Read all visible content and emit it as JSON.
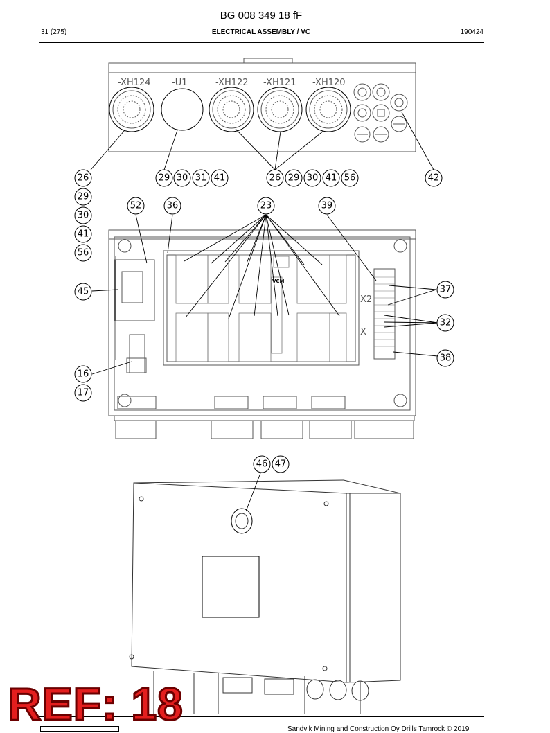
{
  "header": {
    "doc_number": "BG 008 349 18 fF",
    "page": "31 (275)",
    "title": "ELECTRICAL ASSEMBLY / VC",
    "date": "190424"
  },
  "connector_labels": [
    "-XH124",
    "-U1",
    "-XH122",
    "-XH121",
    "-XH120"
  ],
  "terminal_labels": [
    "X2",
    "X"
  ],
  "module_label": "VCM",
  "callouts": {
    "c26a": "26",
    "c29a": "29",
    "c30a": "30",
    "c41a": "41",
    "c56a": "56",
    "c29b": "29",
    "c30b": "30",
    "c31b": "31",
    "c41b": "41",
    "c26c": "26",
    "c29c": "29",
    "c30c": "30",
    "c41c": "41",
    "c56c": "56",
    "c42": "42",
    "c52": "52",
    "c36": "36",
    "c23": "23",
    "c39": "39",
    "c45": "45",
    "c37": "37",
    "c32": "32",
    "c38": "38",
    "c16": "16",
    "c17": "17",
    "c46": "46",
    "c47": "47"
  },
  "footer": {
    "ref_stamp": "REF: 18",
    "copyright": "Sandvik Mining and Construction Oy Drills Tamrock © 2019"
  }
}
